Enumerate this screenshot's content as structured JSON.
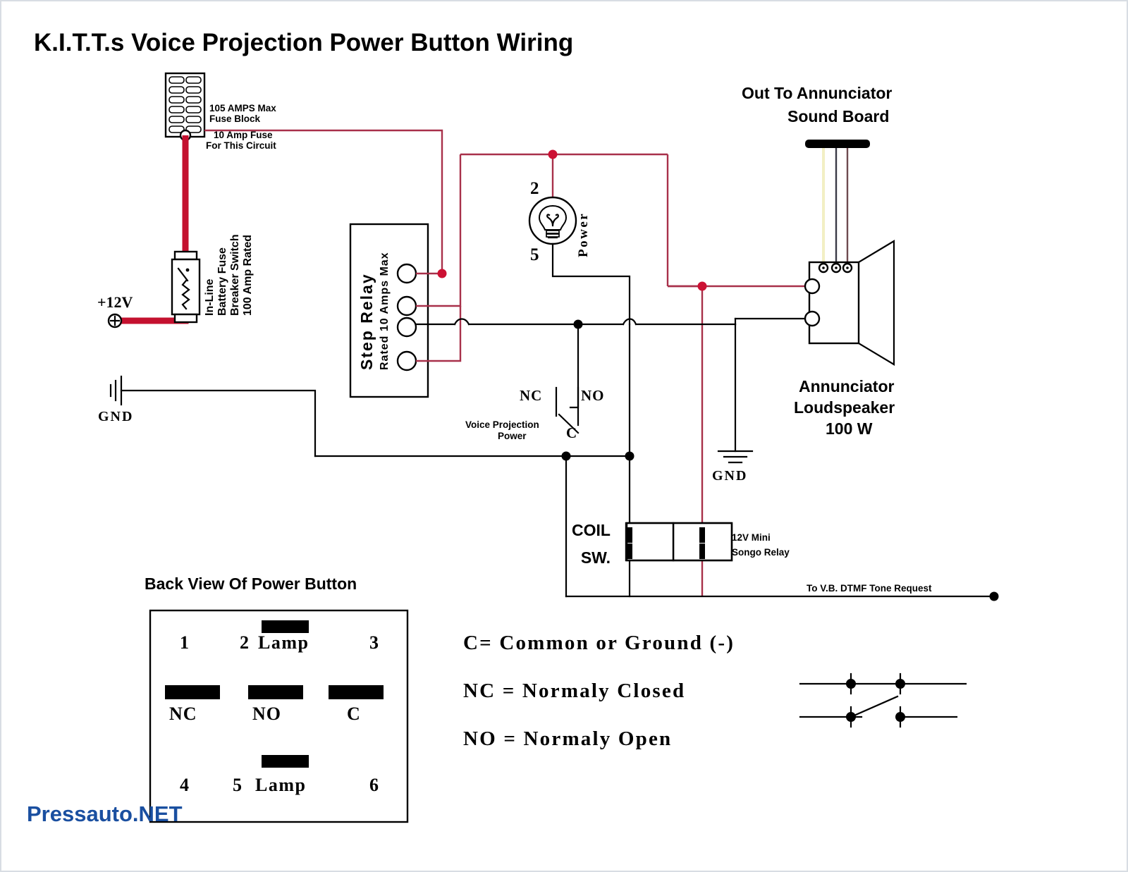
{
  "page": {
    "title": "K.I.T.T.s Voice Projection Power Button Wiring",
    "watermark": "Pressauto.NET"
  },
  "fuse_block": {
    "label_line1": "105 AMPS Max",
    "label_line2": "Fuse Block",
    "fuse_note_line1": "10 Amp Fuse",
    "fuse_note_line2": "For This Circuit",
    "rows": 6,
    "cols": 2
  },
  "inline_fuse": {
    "label_line1": "In-Line",
    "label_line2": "Battery Fuse",
    "label_line3": "Breaker Switch",
    "label_line4": "100 Amp Rated"
  },
  "power_source": {
    "label": "+12V"
  },
  "ground_left": {
    "label": "GND"
  },
  "ground_right": {
    "label": "GND"
  },
  "step_relay": {
    "label_line1": "Step Relay",
    "label_line2": "Rated 10 Amps Max",
    "terminal_count": 4
  },
  "lamp": {
    "pin_top": "2",
    "pin_bottom": "5",
    "label": "Power",
    "icon": "lightbulb-icon"
  },
  "switch_symbol": {
    "nc": "NC",
    "no": "NO",
    "c": "C",
    "caption_line1": "Voice Projection",
    "caption_line2": "Power"
  },
  "songo_relay": {
    "coil_label": "COIL",
    "sw_label": "SW.",
    "name_line1": "12V Mini",
    "name_line2": "Songo Relay"
  },
  "annunciator": {
    "header_line1": "Out To Annunciator",
    "header_line2": "Sound Board",
    "speaker_line1": "Annunciator",
    "speaker_line2": "Loudspeaker",
    "speaker_line3": "100 W",
    "wire_colors": [
      "#f2efc4",
      "#3a3a46",
      "#6e4a4f"
    ],
    "terminal_count": 3
  },
  "dtmf": {
    "label": "To V.B. DTMF Tone Request"
  },
  "back_view": {
    "title": "Back View Of Power Button",
    "pins": [
      {
        "num": "1",
        "label": ""
      },
      {
        "num": "2",
        "label": "Lamp"
      },
      {
        "num": "3",
        "label": ""
      },
      {
        "num": "4",
        "label": ""
      },
      {
        "num": "5",
        "label": "Lamp"
      },
      {
        "num": "6",
        "label": ""
      }
    ],
    "middle_row": [
      "NC",
      "NO",
      "C"
    ]
  },
  "legend": {
    "line1": "C= Common or Ground (-)",
    "line2": "NC = Normaly Closed",
    "line3": "NO = Normaly Open"
  },
  "colors": {
    "wire_red": "#a8304a",
    "wire_red_thick": "#c4112f",
    "wire_black": "#000000",
    "junction_red": "#cc1133",
    "watermark_blue": "#1a4fa0"
  }
}
